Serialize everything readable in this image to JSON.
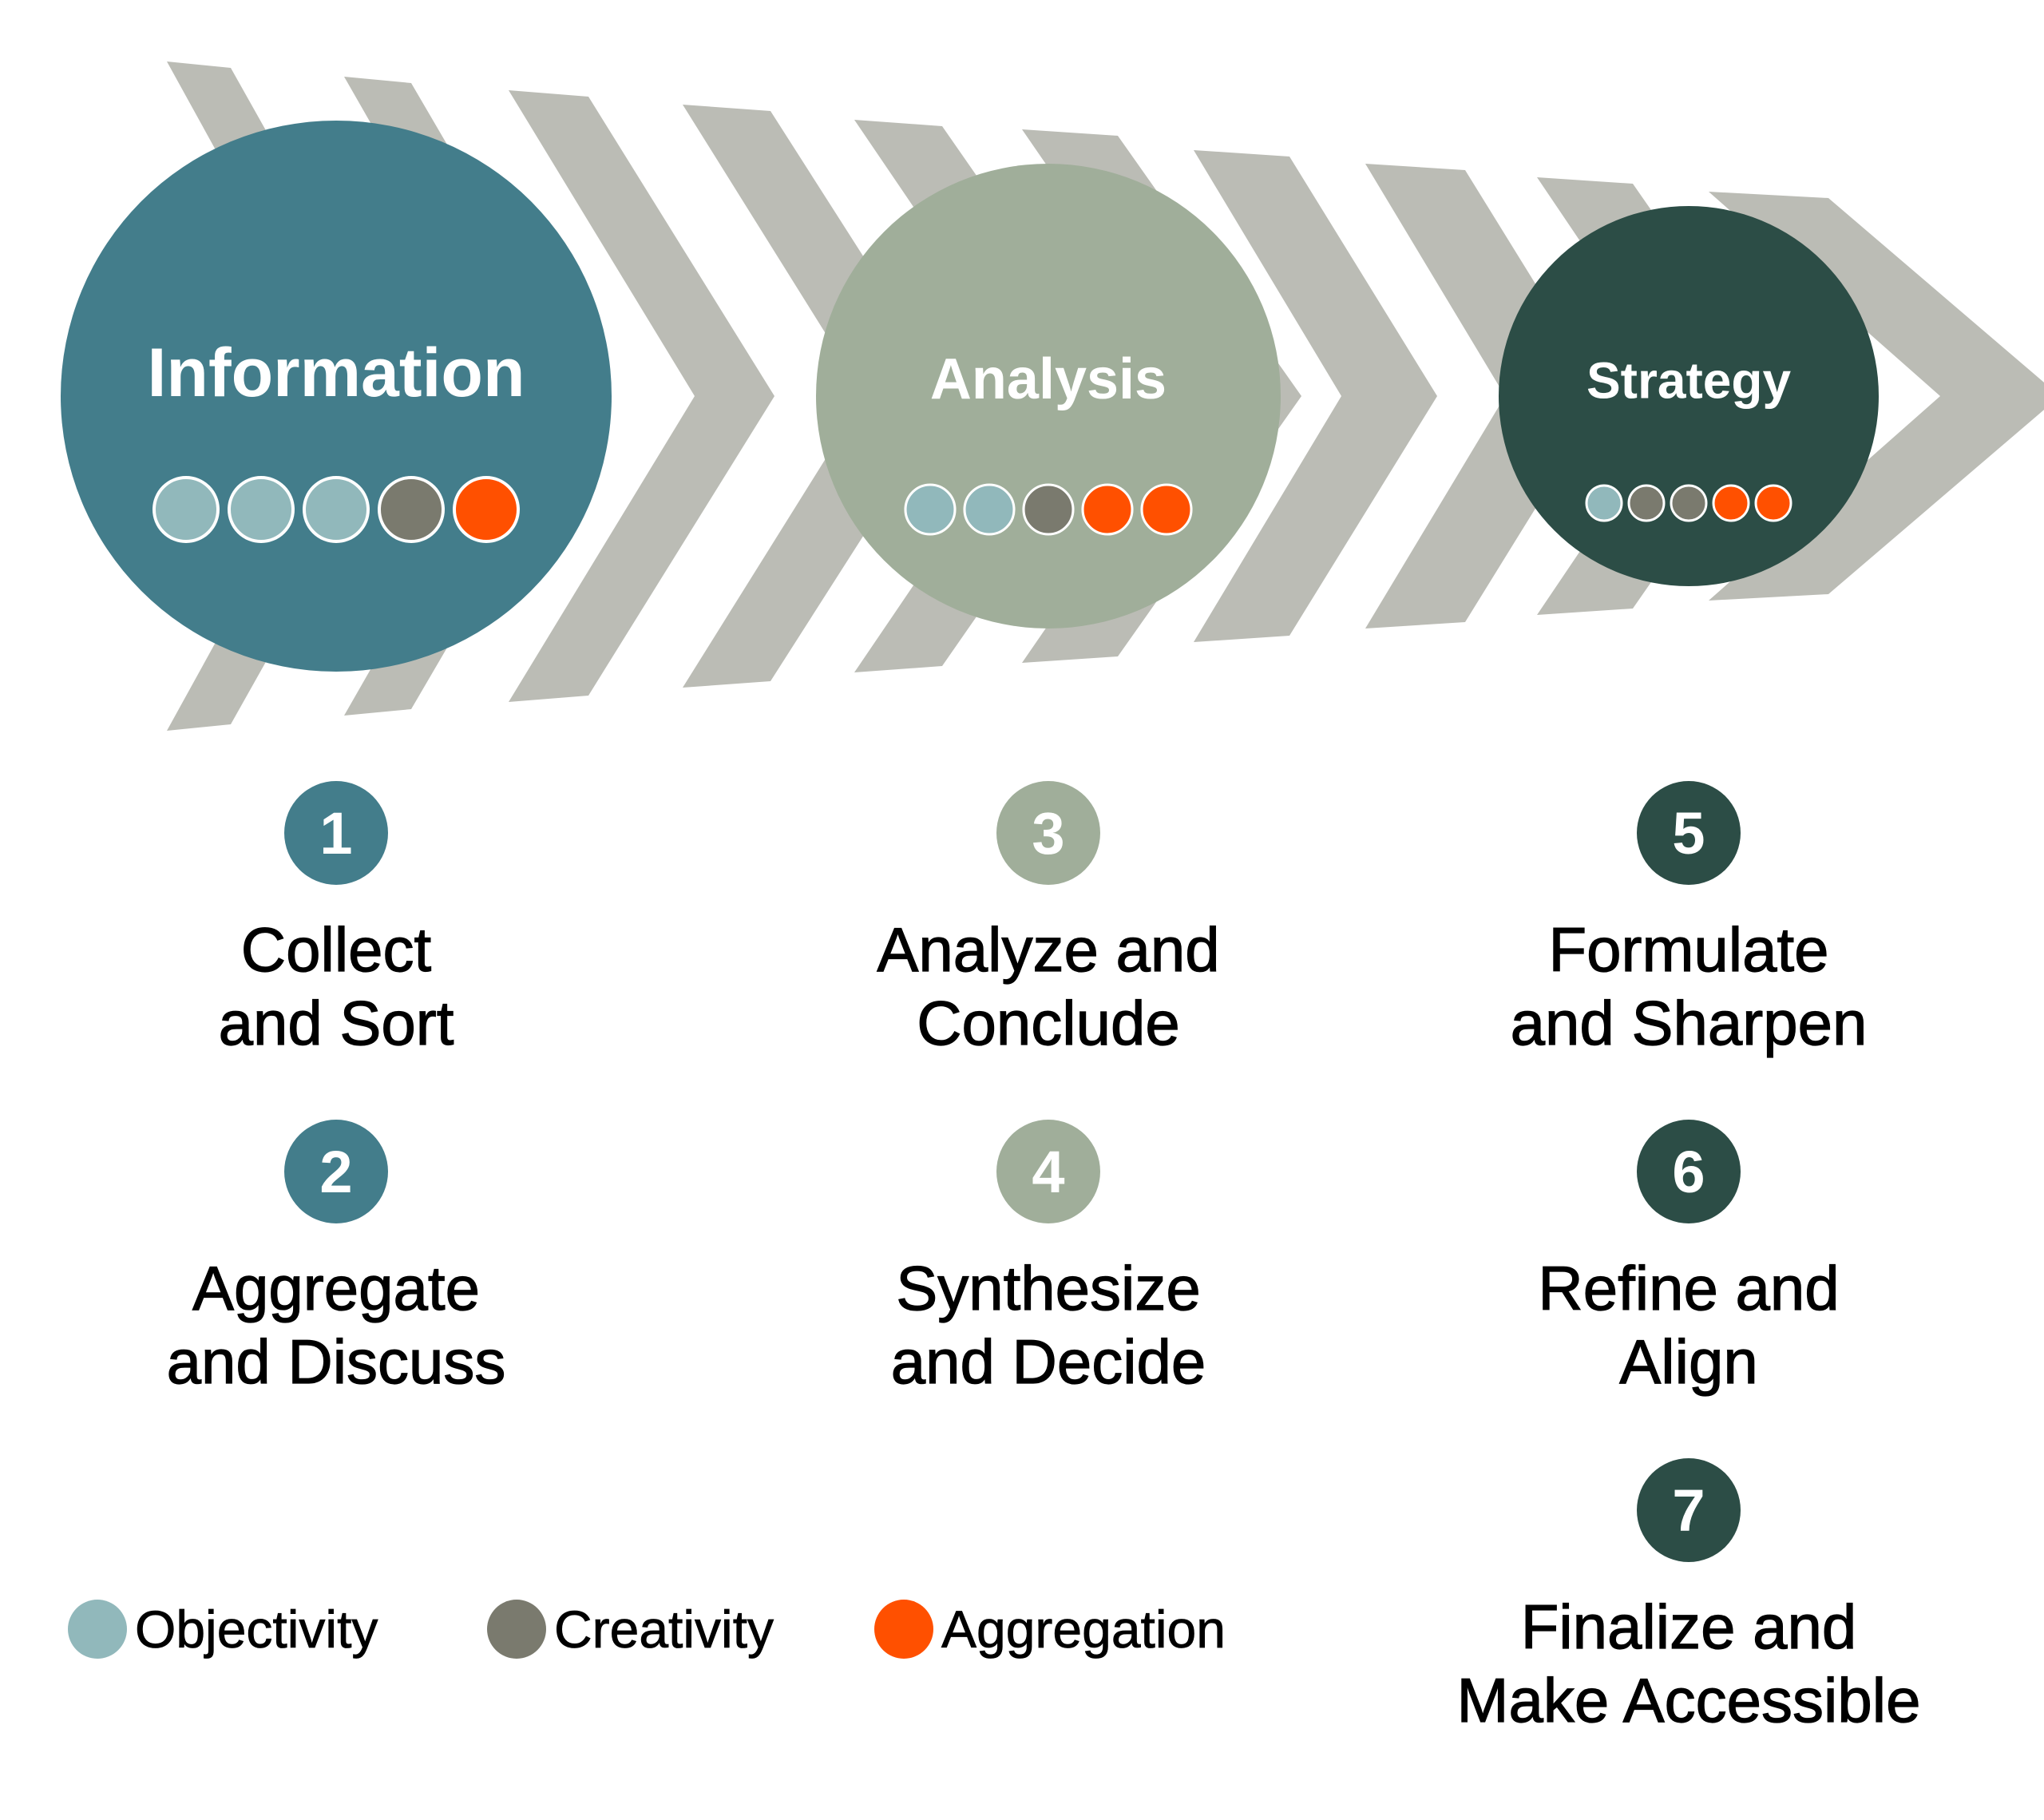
{
  "colors": {
    "background": "#ffffff",
    "chevron": "#bbbcb5",
    "information": "#437d8b",
    "analysis": "#a0ae9a",
    "strategy": "#2c4d46",
    "objectivity": "#91b8bb",
    "creativity": "#7a7a6e",
    "aggregation": "#ff5000",
    "dot_outline": "#ffffff",
    "text": "#000000"
  },
  "phases": [
    {
      "title": "Information",
      "color_key": "information",
      "dots": [
        "objectivity",
        "objectivity",
        "objectivity",
        "creativity",
        "aggregation"
      ]
    },
    {
      "title": "Analysis",
      "color_key": "analysis",
      "dots": [
        "objectivity",
        "objectivity",
        "creativity",
        "aggregation",
        "aggregation"
      ]
    },
    {
      "title": "Strategy",
      "color_key": "strategy",
      "dots": [
        "objectivity",
        "creativity",
        "creativity",
        "aggregation",
        "aggregation"
      ]
    }
  ],
  "steps": [
    {
      "number": "1",
      "label": "Collect\nand Sort",
      "phase": 0
    },
    {
      "number": "2",
      "label": "Aggregate\nand Discuss",
      "phase": 0
    },
    {
      "number": "3",
      "label": "Analyze and\nConclude",
      "phase": 1
    },
    {
      "number": "4",
      "label": "Synthesize\nand Decide",
      "phase": 1
    },
    {
      "number": "5",
      "label": "Formulate\nand Sharpen",
      "phase": 2
    },
    {
      "number": "6",
      "label": "Refine and\nAlign",
      "phase": 2
    },
    {
      "number": "7",
      "label": "Finalize and\nMake Accessible",
      "phase": 2
    }
  ],
  "legend": [
    {
      "label": "Objectivity",
      "color_key": "objectivity"
    },
    {
      "label": "Creativity",
      "color_key": "creativity"
    },
    {
      "label": "Aggregation",
      "color_key": "aggregation"
    }
  ]
}
